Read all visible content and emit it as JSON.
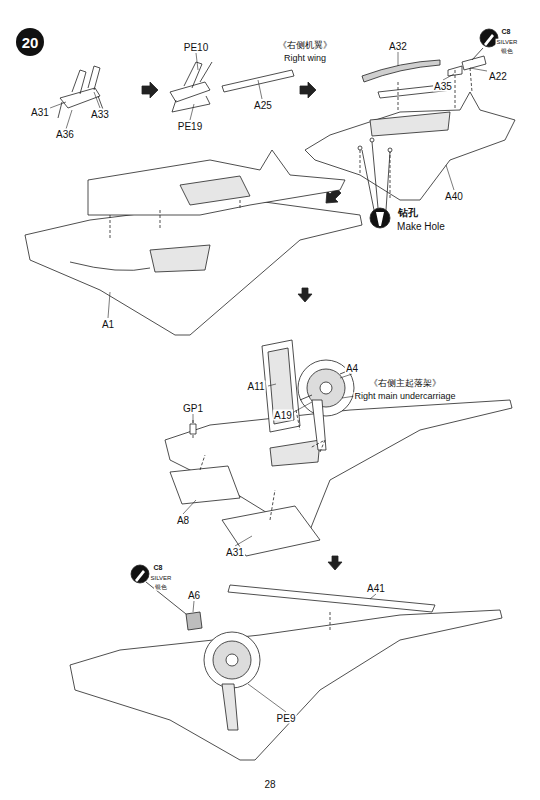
{
  "diagram": {
    "nodes": [
      {
        "text": [
          "20"
        ]
      }
    ],
    "labels": [
      "PE10",
      "《右侧机翼》",
      "Right wing",
      "A32",
      "C8",
      "SILVER",
      "银色",
      "A31",
      "A36",
      "A33",
      "A25",
      "PE19",
      "A22",
      "A35",
      "A40",
      "钻孔",
      "Make Hole",
      "A1",
      "A11",
      "A4",
      "A19",
      "《右侧主起落架》",
      "Right main undercarriage",
      "GP1",
      "A8",
      "A31",
      "C8",
      "SILVER",
      "银色",
      "A6",
      "A41",
      "PE9",
      "28"
    ]
  }
}
